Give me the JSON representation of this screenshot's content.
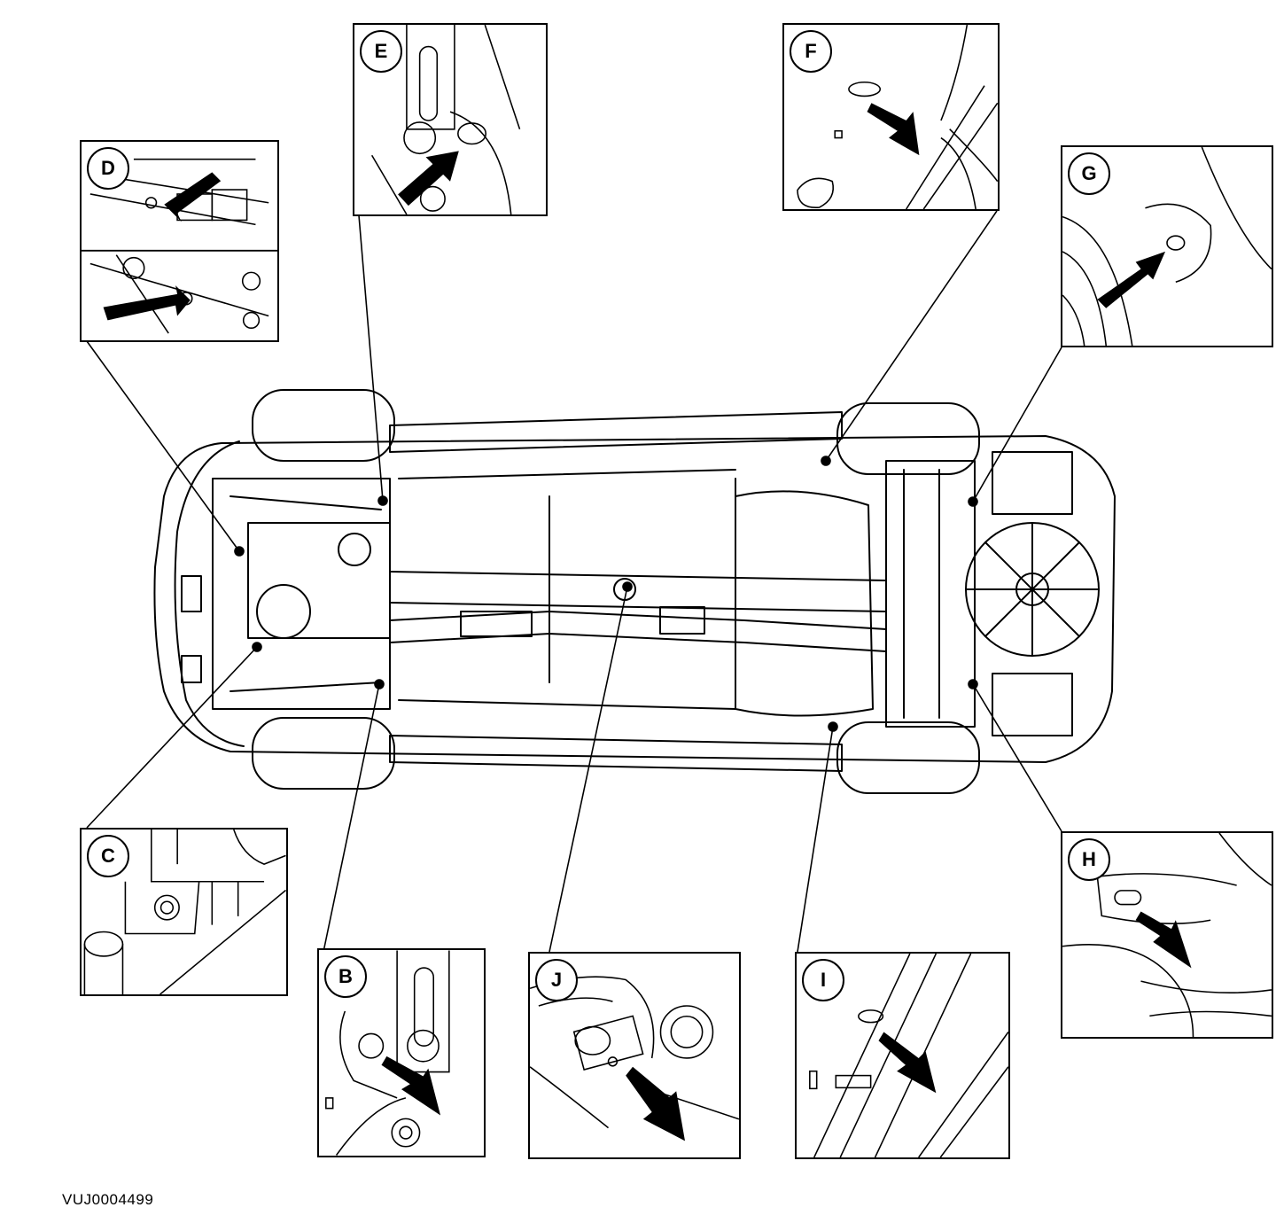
{
  "figure_id": "VUJ0004499",
  "detail_labels": {
    "B": "B",
    "C": "C",
    "D": "D",
    "E": "E",
    "F": "F",
    "G": "G",
    "H": "H",
    "I": "I",
    "J": "J"
  }
}
